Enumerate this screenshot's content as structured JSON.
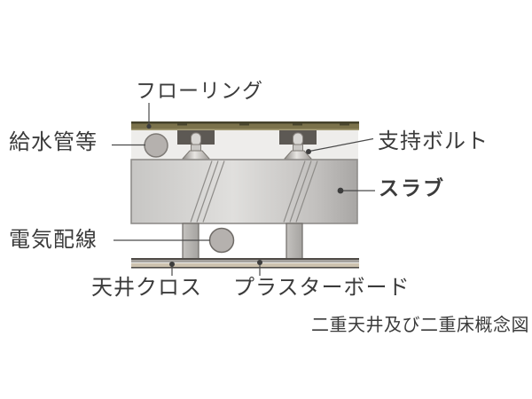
{
  "caption": "二重天井及び二重床概念図",
  "labels": {
    "flooring": "フローリング",
    "water_pipes": "給水管等",
    "support_bolt": "支持ボルト",
    "slab": "スラブ",
    "electrical_wiring": "電気配線",
    "ceiling_cloth": "天井クロス",
    "plaster_board": "プラスターボード"
  },
  "colors": {
    "flooring": "#7b724b",
    "flooring_top_edge": "#44412b",
    "flooring_bottom_edge": "#a79f78",
    "cavity": "#eeedeb",
    "bolt_mount": "#5d5954",
    "bolt_metal": "#d8d6d3",
    "slab_border": "#8f8d8a",
    "post": "#b3b1ae",
    "pipe_circle": "#b5b1ae",
    "ceiling_edge": "#4f4b47",
    "ceiling_gray_strip": "#a5a29e",
    "plaster_strip": "#cdc2ae",
    "leader_line": "#4a4a4a",
    "text": "#3b3b3b"
  }
}
